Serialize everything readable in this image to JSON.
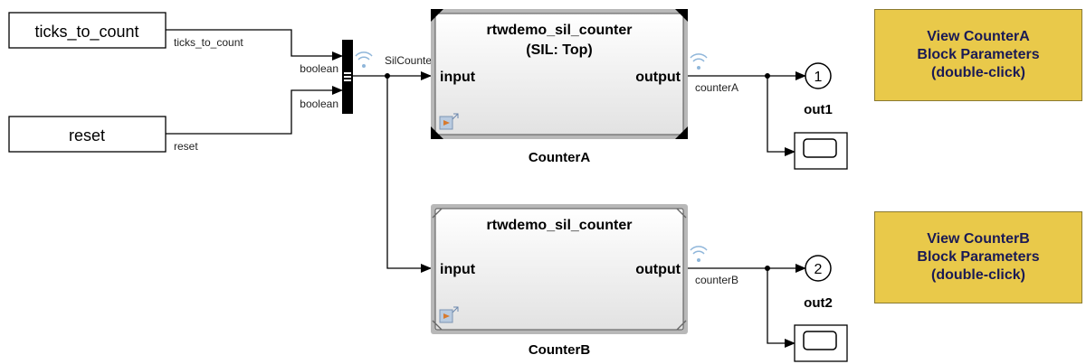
{
  "blocks": {
    "ticks_to_count": {
      "label": "ticks_to_count"
    },
    "reset": {
      "label": "reset"
    },
    "counter_a": {
      "line1": "rtwdemo_sil_counter",
      "line2": "(SIL: Top)",
      "input": "input",
      "output": "output",
      "name": "CounterA"
    },
    "counter_b": {
      "line1": "rtwdemo_sil_counter",
      "input": "input",
      "output": "output",
      "name": "CounterB"
    },
    "out1": {
      "number": "1",
      "name": "out1"
    },
    "out2": {
      "number": "2",
      "name": "out2"
    }
  },
  "signals": {
    "ticks_to_count": "ticks_to_count",
    "reset": "reset",
    "type1": "boolean",
    "type2": "boolean",
    "bus": "SilCounterBus",
    "counter_a": "counterA",
    "counter_b": "counterB"
  },
  "annotations": {
    "a": "View CounterA\nBlock Parameters\n(double-click)",
    "b": "View CounterB\nBlock Parameters\n(double-click)"
  },
  "colors": {
    "annotation_fill": "#e9c94a",
    "annotation_text": "#1a1a55",
    "wifi_icon": "#8fb6da"
  }
}
